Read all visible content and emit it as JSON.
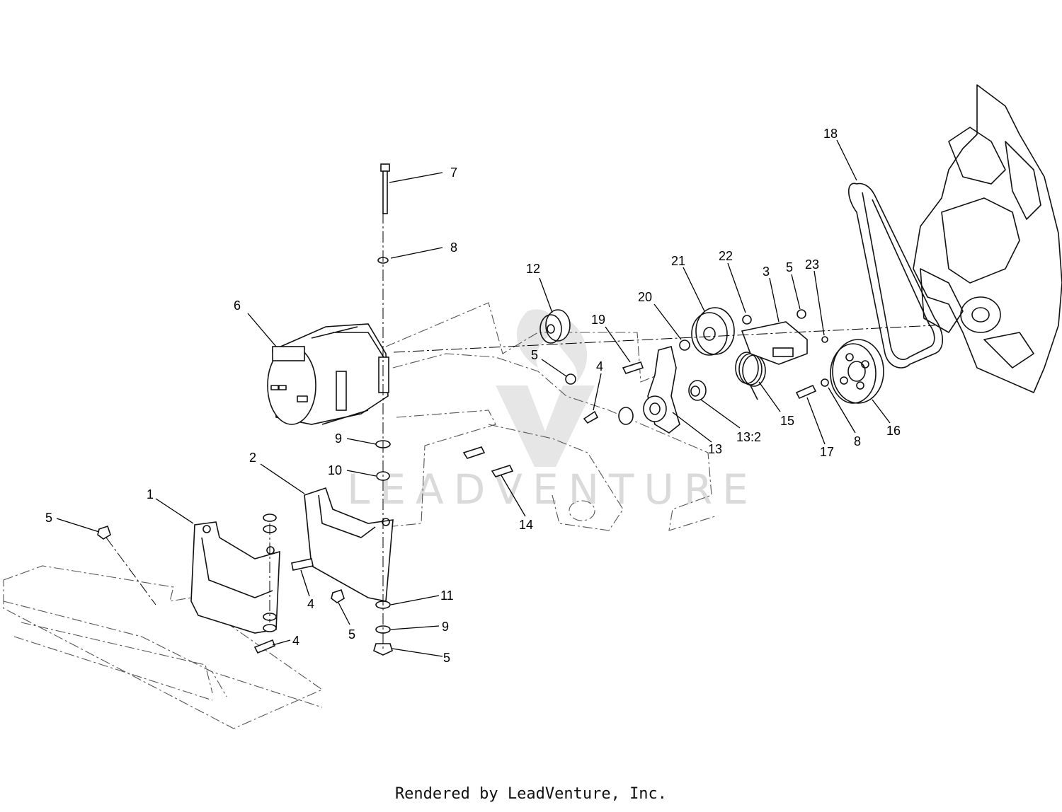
{
  "watermark": {
    "text": "LEADVENTURE"
  },
  "footer": {
    "text": "Rendered by LeadVenture, Inc."
  },
  "callouts": [
    {
      "id": "c18",
      "text": "18"
    },
    {
      "id": "c7",
      "text": "7"
    },
    {
      "id": "c8a",
      "text": "8"
    },
    {
      "id": "c12",
      "text": "12"
    },
    {
      "id": "c6",
      "text": "6"
    },
    {
      "id": "c21",
      "text": "21"
    },
    {
      "id": "c22",
      "text": "22"
    },
    {
      "id": "c3",
      "text": "3"
    },
    {
      "id": "c5a",
      "text": "5"
    },
    {
      "id": "c23",
      "text": "23"
    },
    {
      "id": "c20",
      "text": "20"
    },
    {
      "id": "c19",
      "text": "19"
    },
    {
      "id": "c5b",
      "text": "5"
    },
    {
      "id": "c4a",
      "text": "4"
    },
    {
      "id": "c15",
      "text": "15"
    },
    {
      "id": "c17",
      "text": "17"
    },
    {
      "id": "c8b",
      "text": "8"
    },
    {
      "id": "c16",
      "text": "16"
    },
    {
      "id": "c13",
      "text": "13"
    },
    {
      "id": "c13b",
      "text": "13:2"
    },
    {
      "id": "c9a",
      "text": "9"
    },
    {
      "id": "c2",
      "text": "2"
    },
    {
      "id": "c10",
      "text": "10"
    },
    {
      "id": "c14",
      "text": "14"
    },
    {
      "id": "c1",
      "text": "1"
    },
    {
      "id": "c5c",
      "text": "5"
    },
    {
      "id": "c4b",
      "text": "4"
    },
    {
      "id": "c11",
      "text": "11"
    },
    {
      "id": "c9b",
      "text": "9"
    },
    {
      "id": "c5d",
      "text": "5"
    },
    {
      "id": "c4c",
      "text": "4"
    },
    {
      "id": "c5e",
      "text": "5"
    }
  ]
}
